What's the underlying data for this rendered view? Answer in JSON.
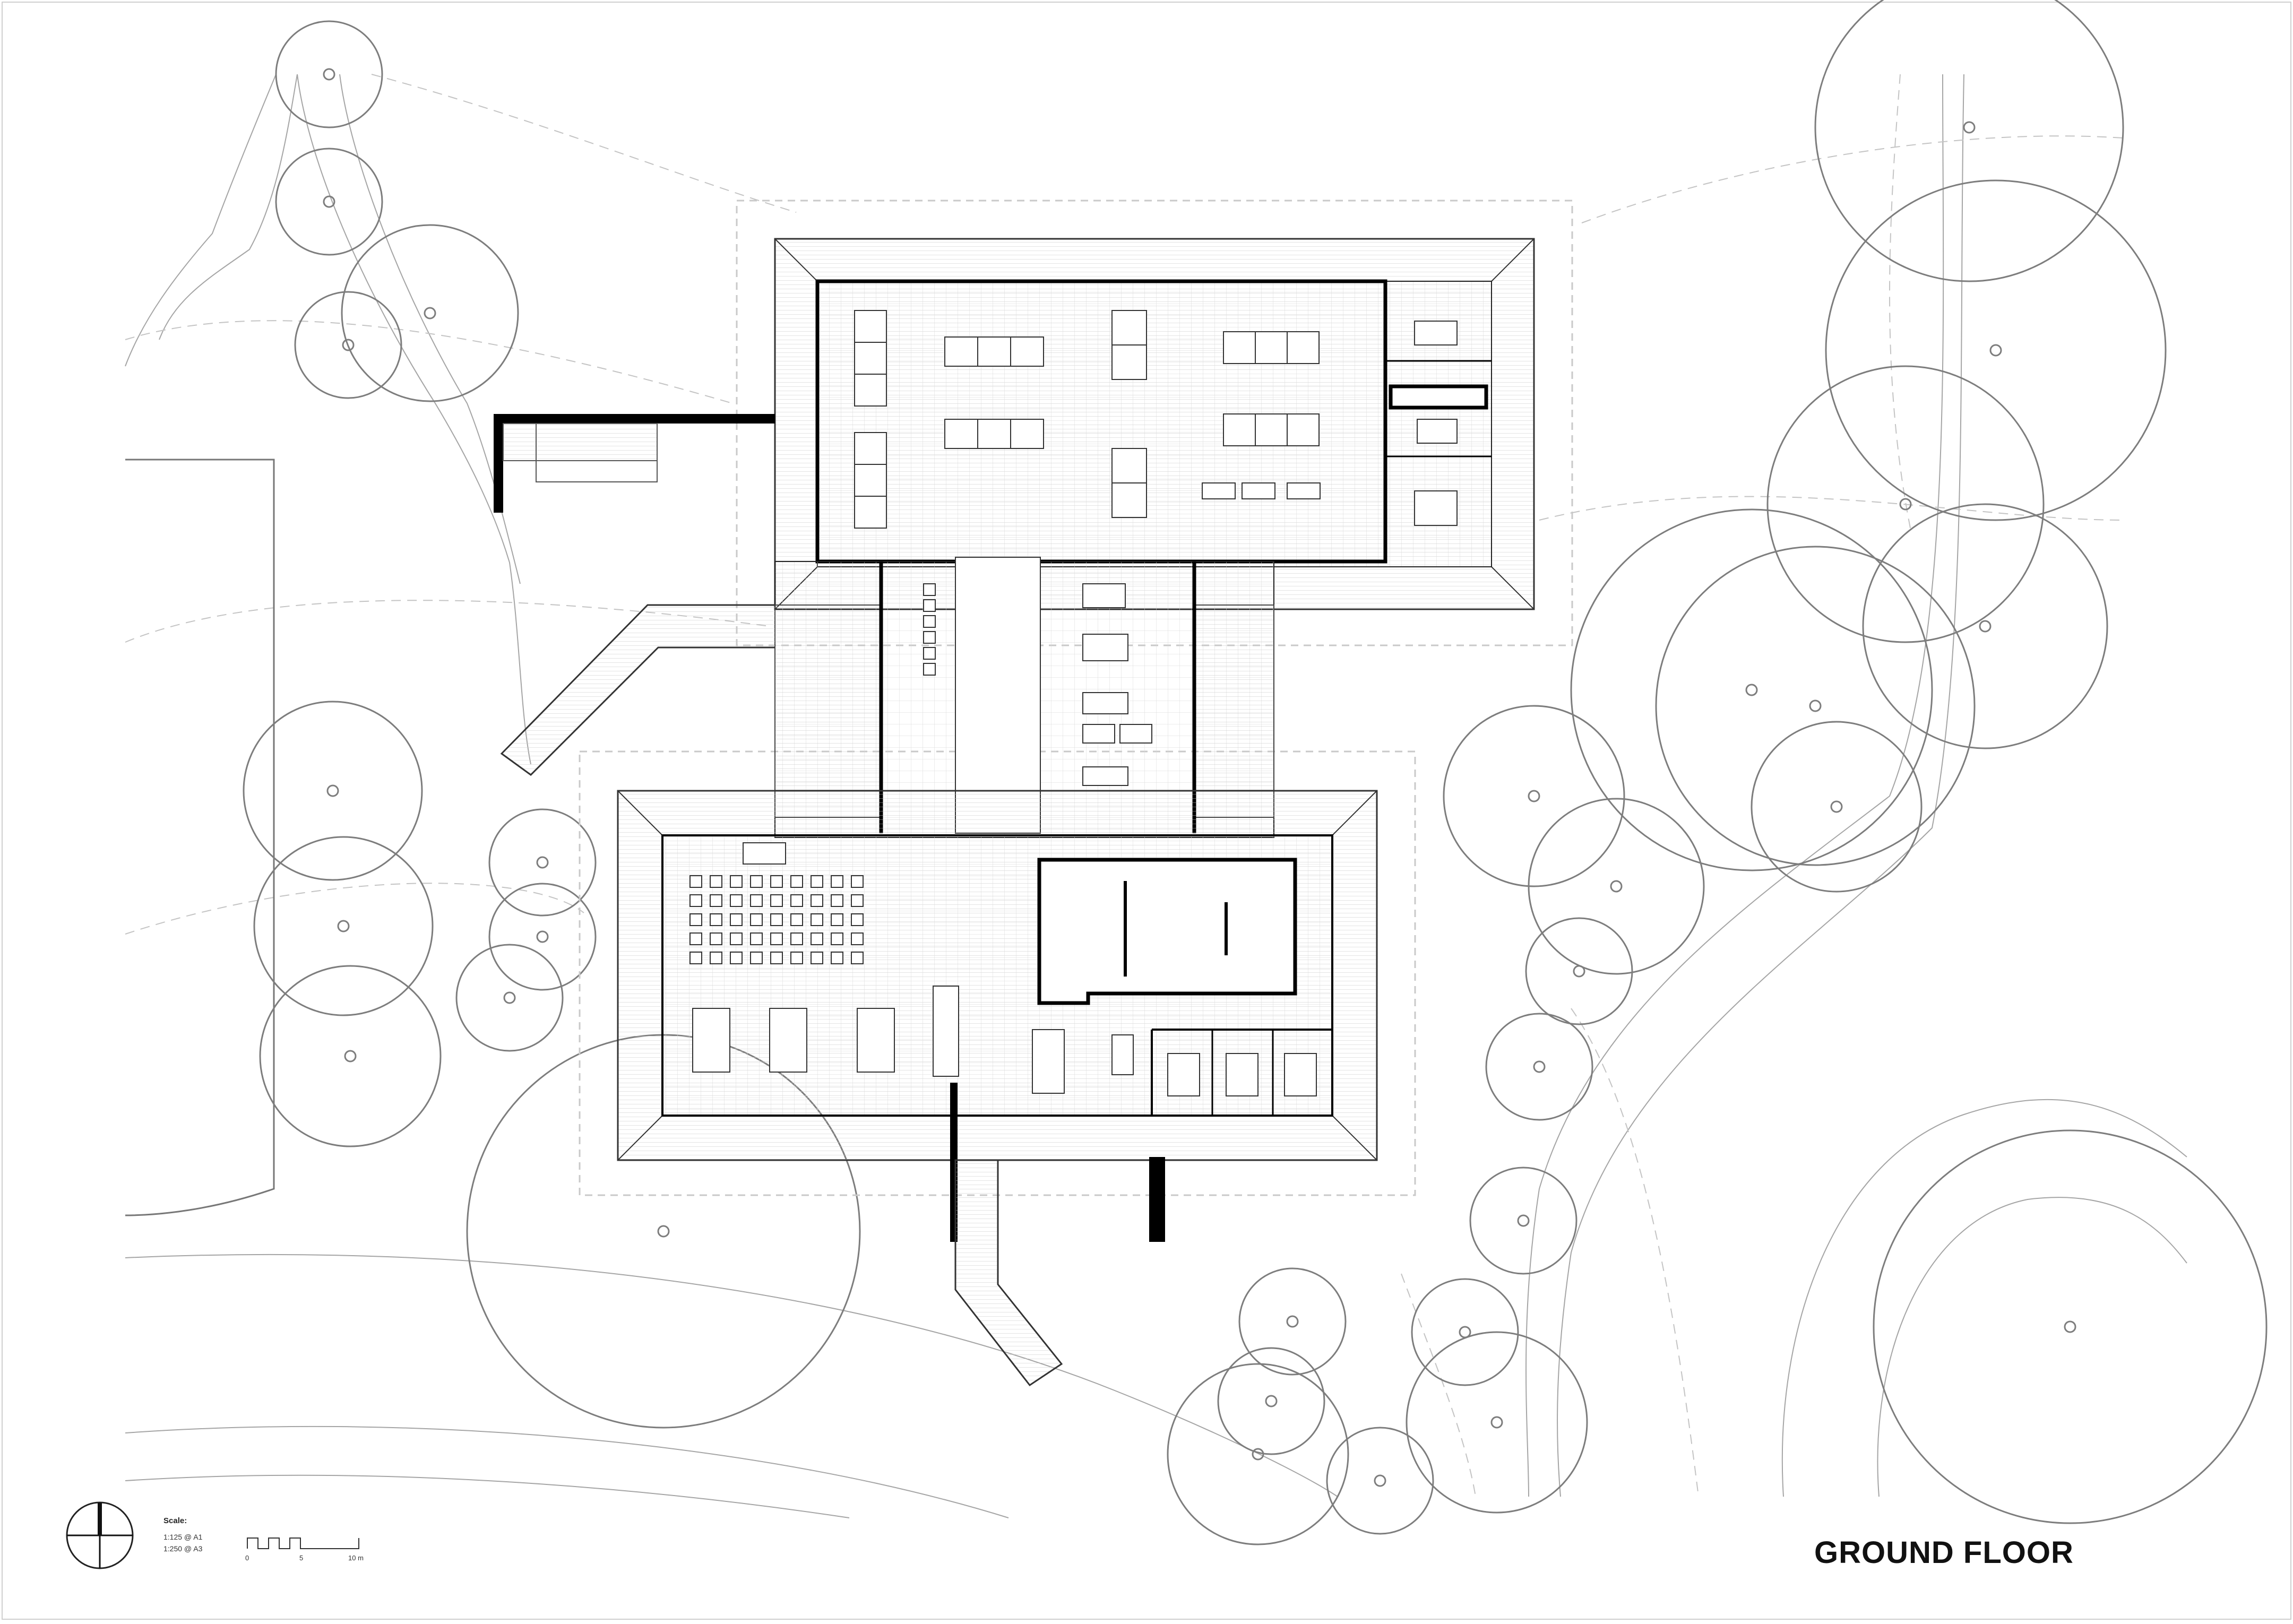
{
  "drawing": {
    "title": "GROUND FLOOR",
    "scale": {
      "heading": "Scale:",
      "lines": [
        "1:125 @ A1",
        "1:250 @ A3"
      ],
      "ticks": [
        "0",
        "5",
        "10 m"
      ]
    }
  },
  "colors": {
    "ink": "#111111",
    "wall": "#000000",
    "fine_line": "#9a9a9a",
    "tree_line": "#7d7d7d",
    "dashed": "#bdbdbd",
    "grid": "#d6d6d6",
    "paper": "#ffffff"
  },
  "icons": [
    "north-arrow-icon"
  ]
}
